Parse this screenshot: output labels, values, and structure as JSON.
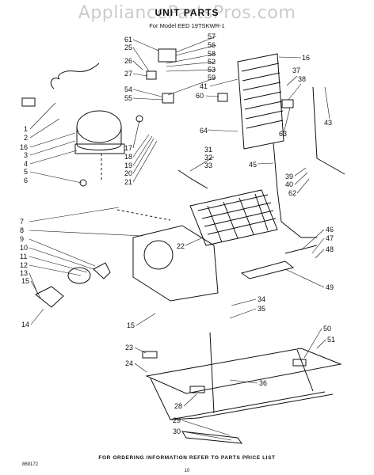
{
  "watermark": "AppliancePartsPros.com",
  "title": "UNIT PARTS",
  "subtitle": "For Model EED 19TSKWR-1",
  "footer_note": "FOR ORDERING INFORMATION REFER TO PARTS PRICE LIST",
  "doc_id": "869172",
  "page_number": "10",
  "callouts": [
    "61",
    "57",
    "56",
    "25",
    "58",
    "52",
    "53",
    "59",
    "26",
    "27",
    "54",
    "55",
    "60",
    "41",
    "16",
    "37",
    "38",
    "43",
    "1",
    "2",
    "16",
    "3",
    "4",
    "5",
    "6",
    "17",
    "18",
    "19",
    "20",
    "21",
    "64",
    "63",
    "31",
    "32",
    "33",
    "45",
    "39",
    "40",
    "62",
    "7",
    "8",
    "9",
    "10",
    "11",
    "12",
    "13",
    "22",
    "46",
    "47",
    "48",
    "15",
    "14",
    "49",
    "15",
    "34",
    "35",
    "50",
    "51",
    "23",
    "24",
    "36",
    "28",
    "29",
    "30"
  ]
}
